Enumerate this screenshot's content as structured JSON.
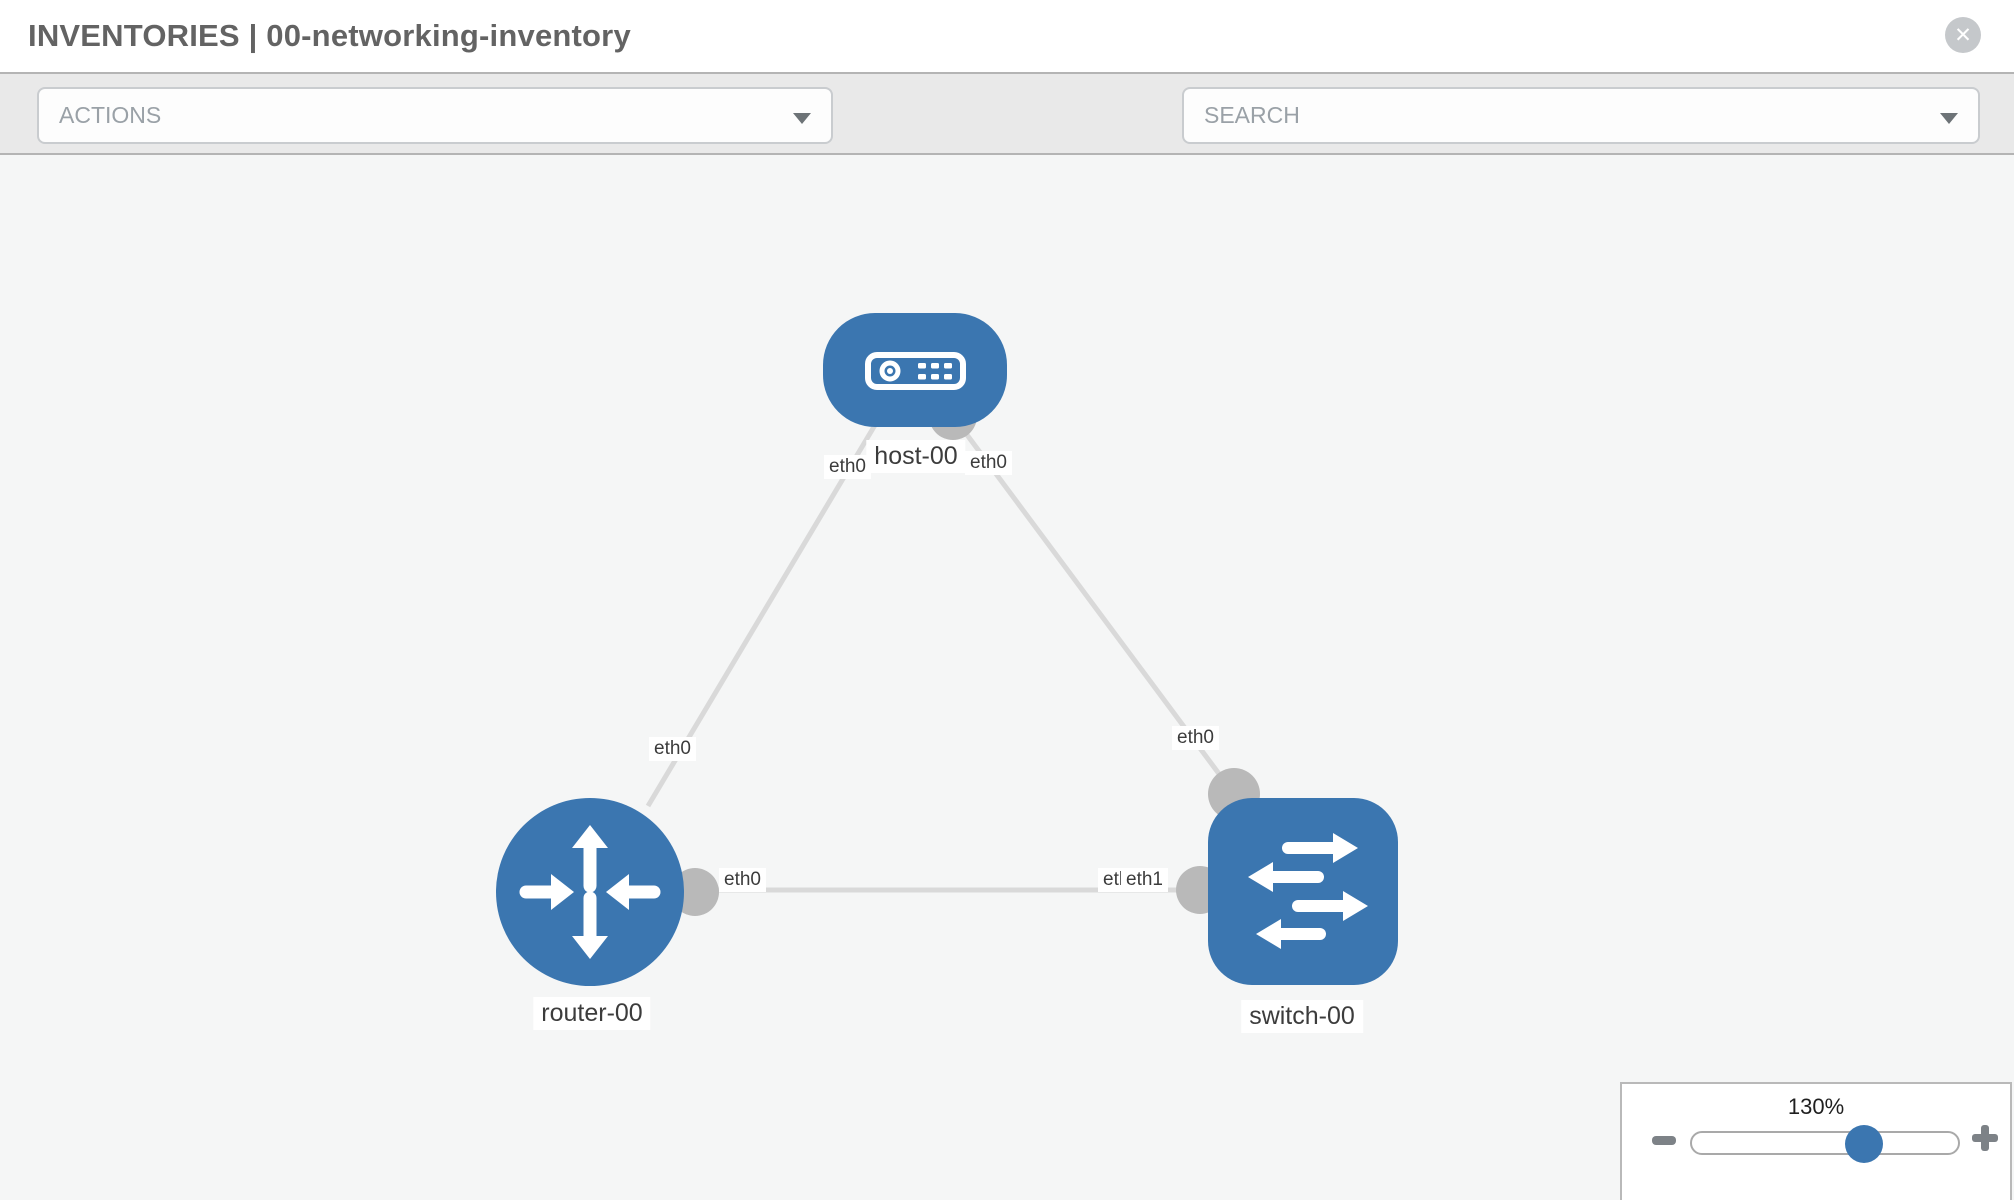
{
  "header": {
    "title": "INVENTORIES | 00-networking-inventory"
  },
  "icons": {
    "close": "✕",
    "wrench": "wrench",
    "key": "key",
    "actions_caret": "chevron-down",
    "search_caret": "chevron-down",
    "zoom_out": "−",
    "zoom_in": "+"
  },
  "toolbar": {
    "actions_placeholder": "ACTIONS",
    "search_placeholder": "SEARCH"
  },
  "colors": {
    "node_blue": "#3b76b0",
    "link_gray": "#d9d9d9",
    "port_circle_gray": "#b9b9b9",
    "toolbar_gray": "#e9e9e9",
    "canvas_gray": "#f5f6f6"
  },
  "topology": {
    "nodes": [
      {
        "id": "host-00",
        "type": "host",
        "label": "host-00"
      },
      {
        "id": "router-00",
        "type": "router",
        "label": "router-00"
      },
      {
        "id": "switch-00",
        "type": "switch",
        "label": "switch-00"
      }
    ],
    "links": [
      {
        "source": "host-00",
        "source_port": "eth0",
        "target": "router-00",
        "target_port": "eth0"
      },
      {
        "source": "host-00",
        "source_port": "eth0",
        "target": "switch-00",
        "target_port": "eth0"
      },
      {
        "source": "router-00",
        "source_port": "eth0",
        "target": "switch-00",
        "target_port": "eth1",
        "target_port_overlapped": "eth0"
      }
    ]
  },
  "zoom_control": {
    "level": "130%"
  }
}
